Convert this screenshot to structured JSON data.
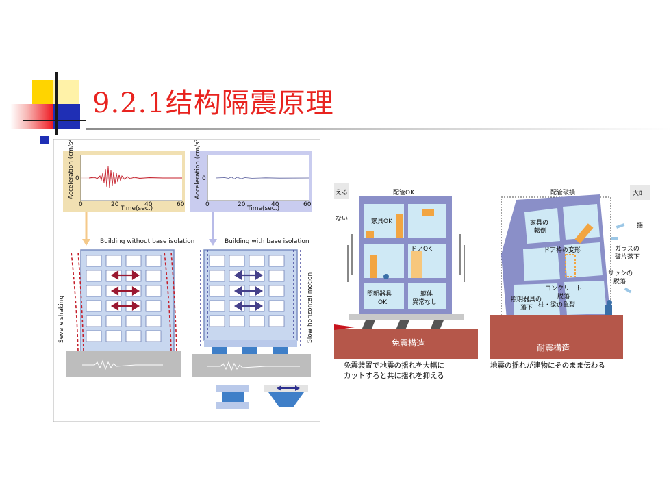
{
  "slide": {
    "title": "9.2.1结构隔震原理"
  },
  "left_figure": {
    "chart_top_left": {
      "ylabel": "Acceleration (cm/s²)",
      "xlabel": "Time(sec.)",
      "ticks_x": [
        "0",
        "20",
        "40",
        "60"
      ],
      "tick_y": "0"
    },
    "chart_top_right": {
      "ylabel": "Acceleration (cm/s²)",
      "xlabel": "Time(sec.)",
      "ticks_x": [
        "0",
        "20",
        "40",
        "60"
      ],
      "tick_y": "0"
    },
    "label_without": "Building without base isolation",
    "label_with": "Building with base isolation",
    "side_left": "Severe shaking",
    "side_right": "Slow horizontal motion"
  },
  "right_figure": {
    "left_building": {
      "top_label": "配管OK",
      "edge_label_top": "える",
      "edge_label_mid": "ない",
      "room_furniture": "家具OK",
      "room_door": "ドアOK",
      "room_lighting_1": "照明器具",
      "room_lighting_2": "OK",
      "room_body_1": "躯体",
      "room_body_2": "異常なし",
      "ground_label": "免震構造",
      "caption_line1": "免震装置で地震の揺れを大幅に",
      "caption_line2": "カットすると共に揺れを抑える"
    },
    "right_building": {
      "top_label": "配管破損",
      "edge_label_top": "大ﾛ",
      "edge_label_mid": "揺",
      "furniture_1": "家具の",
      "furniture_2": "転倒",
      "door_frame": "ドア枠の変形",
      "glass_1": "ガラスの",
      "glass_2": "破片落下",
      "sash_1": "サッシの",
      "sash_2": "脱落",
      "concrete_1": "コンクリート",
      "concrete_2": "脱落",
      "column_crack": "柱・梁の亀裂",
      "lighting_fall_1": "照明器具の",
      "lighting_fall_2": "落下",
      "ground_label": "耐震構造",
      "caption": "地震の揺れが建物にそのまま伝わる"
    }
  },
  "colors": {
    "title": "#e8231f",
    "accent_yellow": "#ffd400",
    "accent_red": "#ef1c24",
    "accent_blue": "#1f2fb5",
    "ground_brown": "#b5574a",
    "building_purple": "#8a8fc8",
    "room_blue": "#cfe9f5"
  },
  "decorative_icons": [
    "corner-squares-icon",
    "title-underline-icon"
  ]
}
